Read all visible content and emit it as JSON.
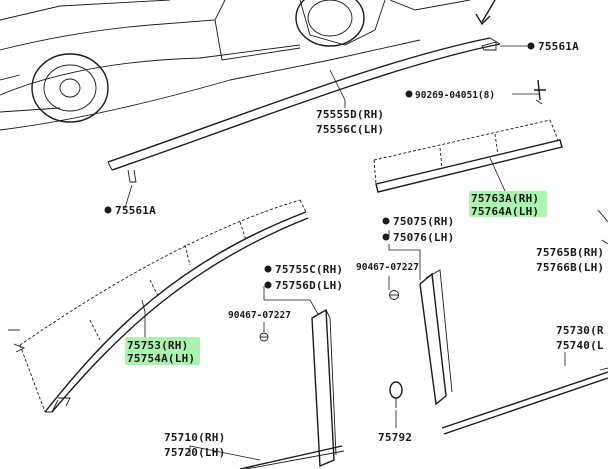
{
  "labels": {
    "p75561a_top": "75561A",
    "p90269": "90269-04051(8)",
    "p75555d": "75555D(RH)",
    "p75556c": "75556C(LH)",
    "p75561a_left": "75561A",
    "p75763a": "75763A(RH)",
    "p75764a": "75764A(LH)",
    "p75075": "75075(RH)",
    "p75076": "75076(LH)",
    "p75765b": "75765B(RH)",
    "p75766b": "75766B(LH)",
    "p75755c": "75755C(RH)",
    "p75756d": "75756D(LH)",
    "p90467_right": "90467-07227",
    "p90467_left": "90467-07227",
    "p75753": "75753(RH)",
    "p75754a": "75754A(LH)",
    "p75730": "75730(R",
    "p75740": "75740(L",
    "p75792": "75792",
    "p75710": "75710(RH)",
    "p75720": "75720(LH)"
  },
  "colors": {
    "line": "#1a1a1a",
    "highlight": "#9ff0a3",
    "background": "#ffffff"
  }
}
